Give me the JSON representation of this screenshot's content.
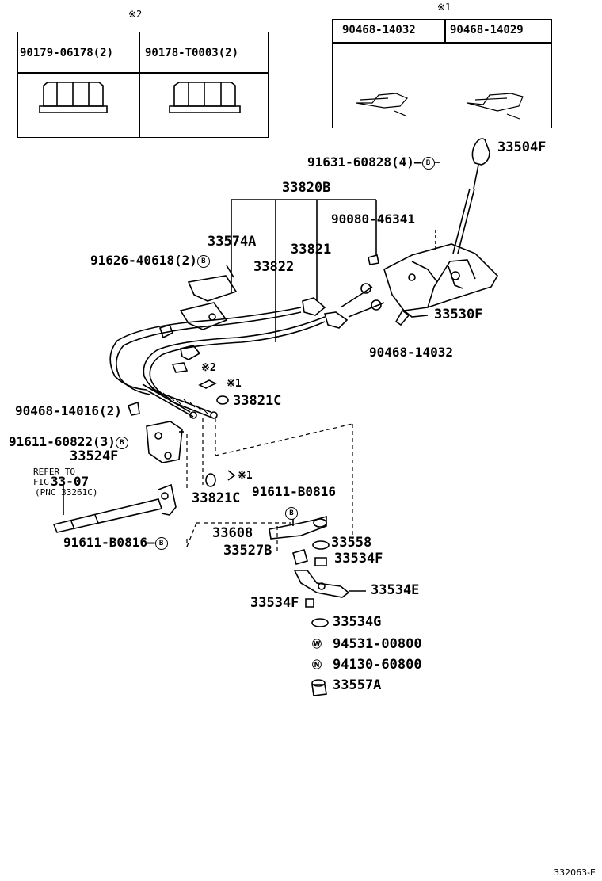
{
  "tables": {
    "left": {
      "mark": "※2",
      "col1": "90179-06178(2)",
      "col2": "90178-T0003(2)"
    },
    "right": {
      "mark": "※1",
      "col1": "90468-14032",
      "col2": "90468-14029"
    }
  },
  "labels": {
    "knob": "33504F",
    "bolt_top": "91631-60828(4)",
    "cable_assy": "33820B",
    "grommet_top": "90080-46341",
    "retainer_plate": "33574A",
    "cable_select": "33821",
    "bolt_left": "91626-40618(2)",
    "cable_shift": "33822",
    "shift_lever_base": "33530F",
    "clip_bottom": "90468-14032",
    "mark_2": "※2",
    "mark_1": "※1",
    "bushing_1": "33821C",
    "clip_left": "90468-14016(2)",
    "bolt_bracket": "91611-60822(3)",
    "bracket": "33524F",
    "refer_line1": "REFER TO",
    "refer_fig": "FIG",
    "refer_num": "33-07",
    "refer_pnc": "(PNC 33261C)",
    "mark_1b": "※1",
    "bushing_2": "33821C",
    "bolt_lever": "91611-B0816",
    "lever_arm": "33608",
    "bushing_3": "33558",
    "bolt_bottom_left": "91611-B0816",
    "part_33527b": "33527B",
    "part_33534f_a": "33534F",
    "part_33534e": "33534E",
    "part_33534f_b": "33534F",
    "part_33534g": "33534G",
    "washer": "94531-00800",
    "nut": "94130-60800",
    "cap": "33557A"
  },
  "circle_b": "B",
  "diagram_code": "332063-E"
}
